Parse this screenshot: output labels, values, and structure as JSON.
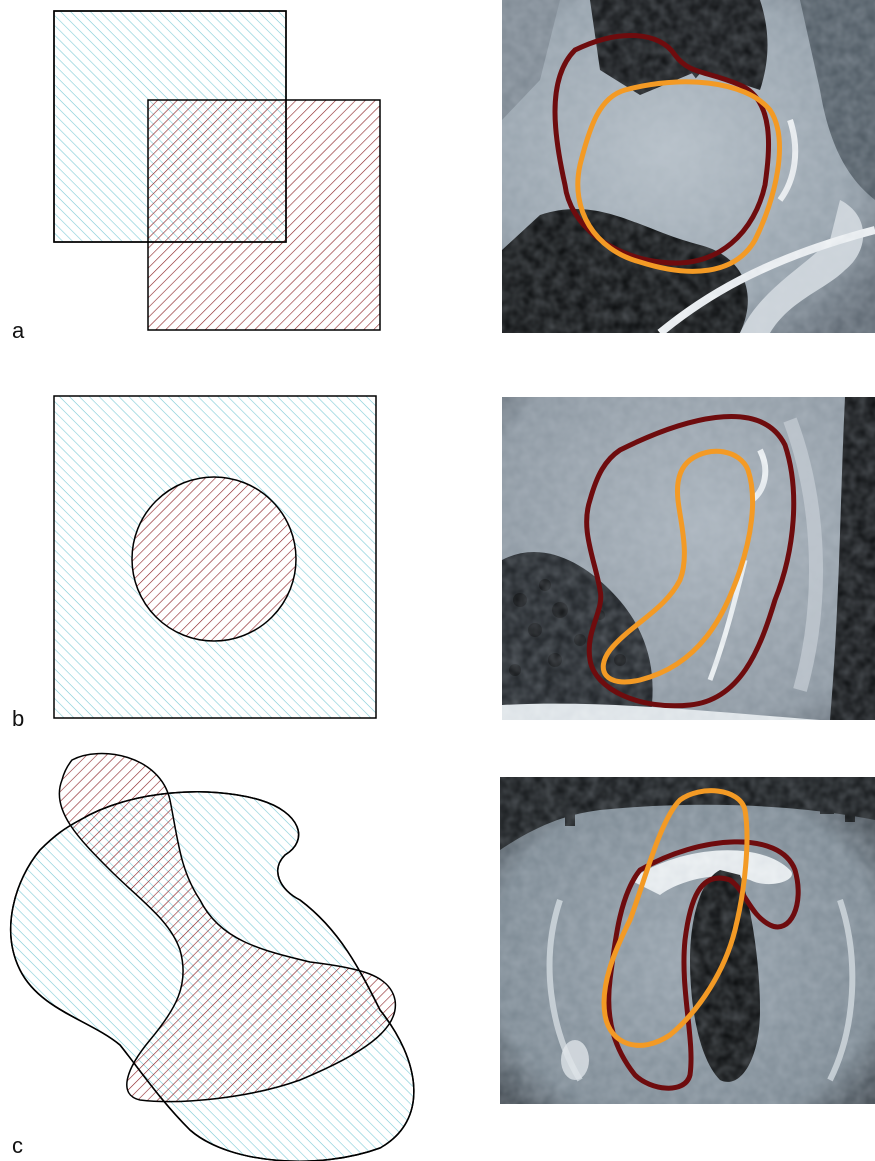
{
  "panels": [
    {
      "label": "a",
      "diagram_shapes": [
        "square",
        "square"
      ],
      "scan_contours": 2
    },
    {
      "label": "b",
      "diagram_shapes": [
        "square",
        "circle"
      ],
      "scan_contours": 2
    },
    {
      "label": "c",
      "diagram_shapes": [
        "irregular-blob",
        "irregular-blob"
      ],
      "scan_contours": 2
    }
  ],
  "colors": {
    "cyan_hatch": "#7fcbd6",
    "red_hatch": "#8a1f23",
    "outline": "#000000",
    "contour_dark_red": "#6e0c0e",
    "contour_orange": "#f39a25"
  }
}
